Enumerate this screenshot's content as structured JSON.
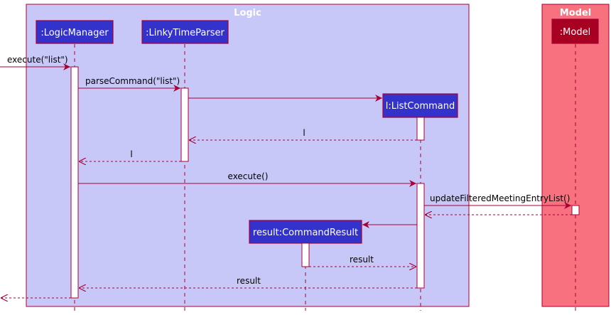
{
  "groups": {
    "logic": "Logic",
    "model": "Model"
  },
  "participants": {
    "logic_manager": ":LogicManager",
    "parser": ":LinkyTimeParser",
    "list_command": "l:ListCommand",
    "command_result": "result:CommandResult",
    "model": ":Model"
  },
  "messages": {
    "execute_list": "execute(\"list\")",
    "parse_command": "parseCommand(\"list\")",
    "return_l_1": "l",
    "return_l_2": "l",
    "execute": "execute()",
    "update_filtered": "updateFilteredMeetingEntryList()",
    "result_1": "result",
    "result_2": "result"
  },
  "colors": {
    "logic_bg": "#c8c8f8",
    "model_bg": "#f8717e",
    "participant_fill": "#3333cc",
    "model_participant_fill": "#a70020",
    "border": "#a80036"
  }
}
